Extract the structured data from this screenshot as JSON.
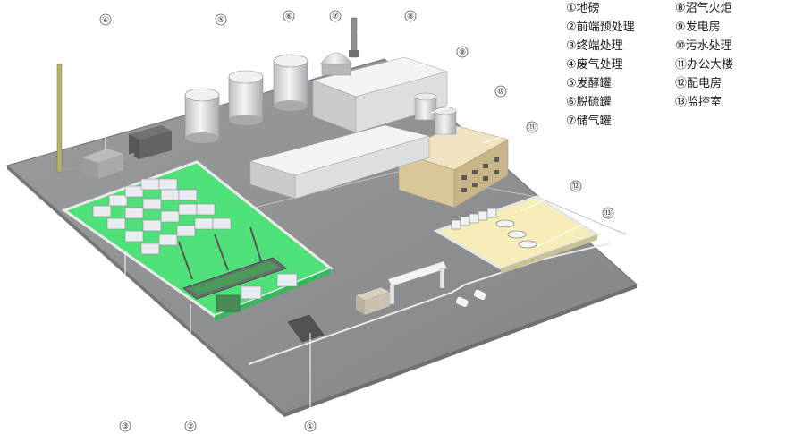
{
  "legend": {
    "col1": [
      {
        "num": "①",
        "label": "地磅"
      },
      {
        "num": "②",
        "label": "前端预处理"
      },
      {
        "num": "③",
        "label": "终端处理"
      },
      {
        "num": "④",
        "label": "废气处理"
      },
      {
        "num": "⑤",
        "label": "发酵罐"
      },
      {
        "num": "⑥",
        "label": "脱硫罐"
      },
      {
        "num": "⑦",
        "label": "储气罐"
      }
    ],
    "col2": [
      {
        "num": "⑧",
        "label": "沼气火炬"
      },
      {
        "num": "⑨",
        "label": "发电房"
      },
      {
        "num": "⑩",
        "label": "污水处理"
      },
      {
        "num": "⑪",
        "label": "办公大楼"
      },
      {
        "num": "⑫",
        "label": "配电房"
      },
      {
        "num": "⑬",
        "label": "监控室"
      }
    ]
  },
  "markers": [
    "①",
    "②",
    "③",
    "④",
    "⑤",
    "⑥",
    "⑦",
    "⑧",
    "⑨",
    "⑩",
    "⑪",
    "⑫",
    "⑬"
  ],
  "colors": {
    "ground": "#8a8c8d",
    "ground_edge": "#6e7071",
    "green_zone": "#4fe07a",
    "yellow_zone": "#f5ecb8",
    "building": "#d7dadd",
    "office": "#d9c79a"
  }
}
